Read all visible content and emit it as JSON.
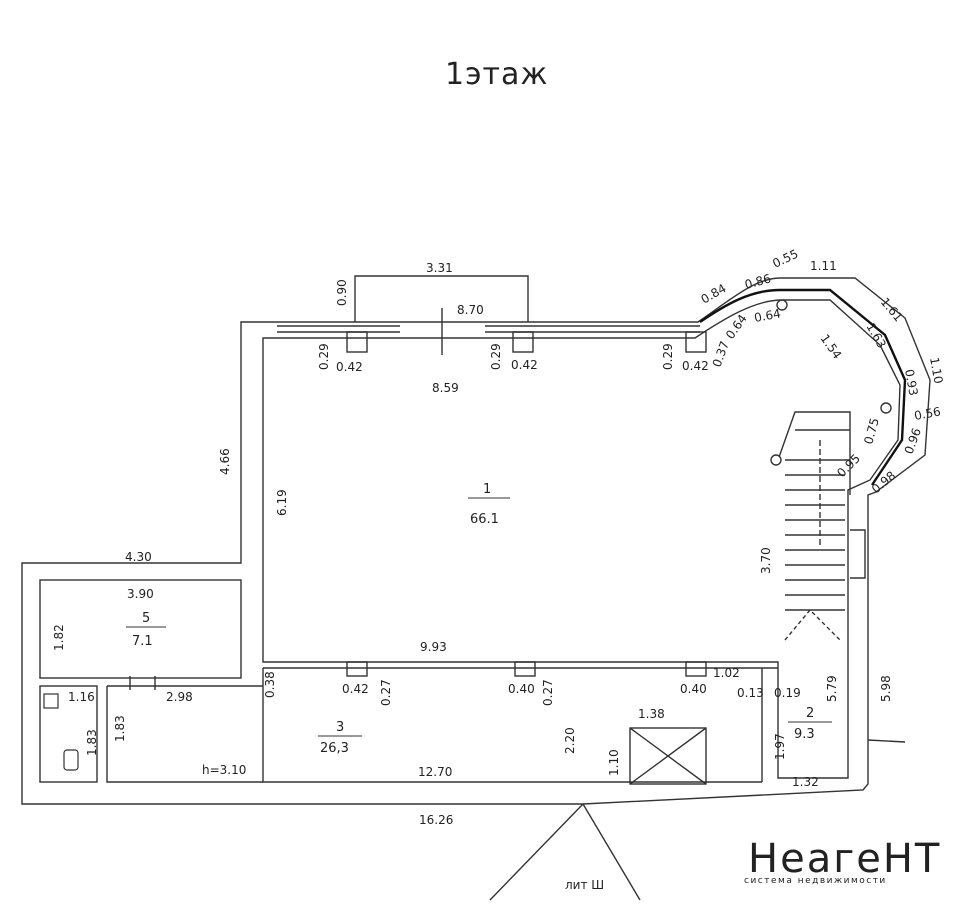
{
  "title": "1этаж",
  "rooms": [
    {
      "number": "1",
      "area": "66.1"
    },
    {
      "number": "2",
      "area": "9.3"
    },
    {
      "number": "3",
      "area": "26,3"
    },
    {
      "number": "5",
      "area": "7.1"
    }
  ],
  "dims": {
    "top_ext": "3.31",
    "top_ext_h": "0.90",
    "top_wall": "8.70",
    "room1_top": "8.59",
    "room1_left": "6.19",
    "room1_bottom": "9.93",
    "room1_right": "3.70",
    "left_upper": "4.66",
    "col_w": "0.42",
    "col_h": "0.29",
    "ext_width": "4.30",
    "room5_width": "3.90",
    "room5_height": "1.82",
    "room3_len": "12.70",
    "room3_h": "2.20",
    "col_low_w1": "0.42",
    "col_low_h": "0.27",
    "col_low_w2": "0.40",
    "col_low_w3": "0.40",
    "room3_left": "0.38",
    "small_116": "1.16",
    "small_298": "2.98",
    "small_183a": "1.83",
    "small_183b": "1.83",
    "height_label": "h=3.10",
    "shaft_w": "1.38",
    "shaft_h": "1.10",
    "bottom_total": "16.26",
    "d_102": "1.02",
    "d_013": "0.13",
    "d_019": "0.19",
    "d_579": "5.79",
    "d_598": "5.98",
    "d_197": "1.97",
    "d_132": "1.32",
    "d_037": "0.37",
    "d_084": "0.84",
    "d_086": "0.86",
    "d_055": "0.55",
    "d_111": "1.11",
    "d_161": "1.61",
    "d_163": "1.63",
    "d_154": "1.54",
    "d_064a": "0.64",
    "d_064b": "0.64",
    "d_110": "1.10",
    "d_093": "0.93",
    "d_056": "0.56",
    "d_075": "0.75",
    "d_096": "0.96",
    "d_095": "0.95",
    "d_098": "0.98"
  },
  "lit_label": "лит Ш",
  "watermark": {
    "name": "НеагеНТ",
    "tagline": "система недвижимости"
  }
}
